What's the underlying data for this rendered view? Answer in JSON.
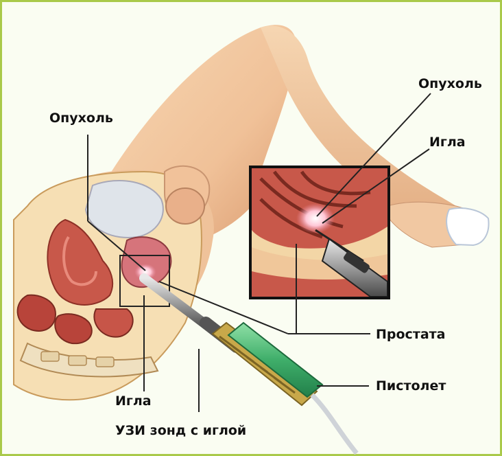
{
  "labels": {
    "tumor_left": "Опухоль",
    "tumor_inset": "Опухоль",
    "needle_inset": "Игла",
    "prostate": "Простата",
    "gun": "Пистолет",
    "needle_bottom": "Игла",
    "probe": "УЗИ зонд с иглой"
  },
  "colors": {
    "border": "#a9c94a",
    "skin": "#f2c9a0",
    "skin_shadow": "#d89c72",
    "tissue_red": "#c8584a",
    "tissue_pink": "#f3a9a0",
    "fat_yellow": "#f3ddb0",
    "gun_green": "#3fae6a",
    "gun_gold": "#c8a84a",
    "leader_line": "#222222"
  }
}
